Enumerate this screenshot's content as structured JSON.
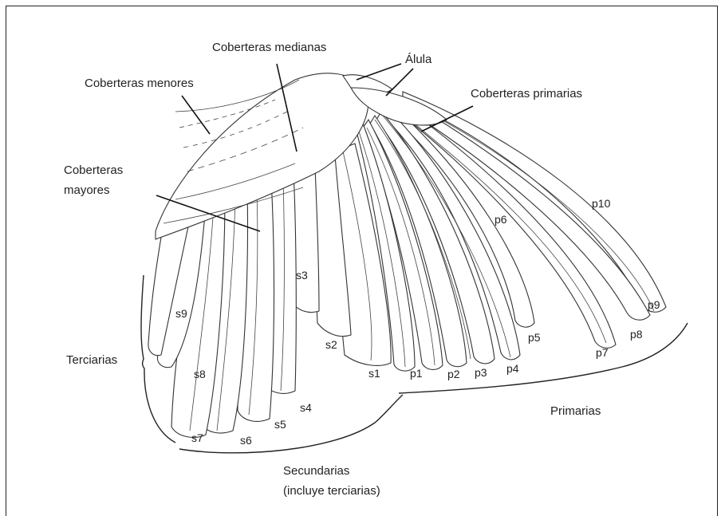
{
  "labels": {
    "coberteras_menores": "Coberteras menores",
    "coberteras_medianas": "Coberteras medianas",
    "alula": "Álula",
    "coberteras_primarias": "Coberteras primarias",
    "coberteras_mayores_1": "Coberteras",
    "coberteras_mayores_2": "mayores",
    "terciarias": "Terciarias",
    "primarias": "Primarias",
    "secundarias_1": "Secundarias",
    "secundarias_2": "(incluye terciarias)"
  },
  "feathers": {
    "secondaries": [
      "s1",
      "s2",
      "s3",
      "s4",
      "s5",
      "s6",
      "s7",
      "s8",
      "s9"
    ],
    "primaries": [
      "p1",
      "p2",
      "p3",
      "p4",
      "p5",
      "p6",
      "p7",
      "p8",
      "p9",
      "p10"
    ]
  }
}
